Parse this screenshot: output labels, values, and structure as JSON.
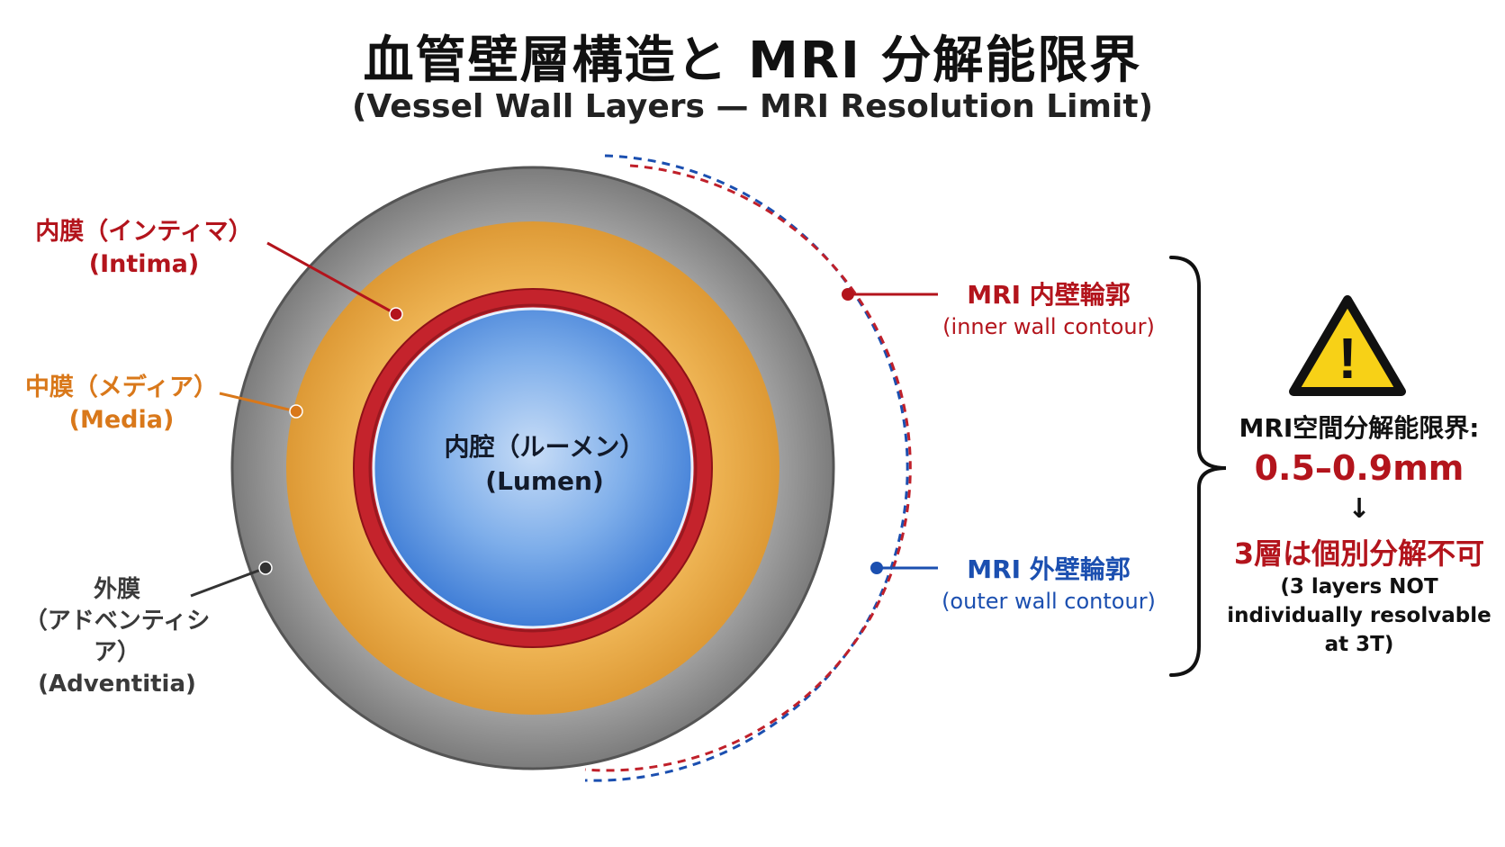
{
  "title": "血管壁層構造と MRI 分解能限界",
  "subtitle": "(Vessel Wall Layers — MRI Resolution Limit)",
  "layers": {
    "intima": {
      "jp": "内膜（インティマ）",
      "en": "(Intima)"
    },
    "media": {
      "jp": "中膜（メディア）",
      "en": "(Media)"
    },
    "adventitia": {
      "jp": "外膜",
      "jp2": "（アドベンティシア）",
      "en": "(Adventitia)"
    },
    "lumen": {
      "jp": "内腔（ルーメン）",
      "en": "(Lumen)"
    }
  },
  "contours": {
    "inner": {
      "jp": "MRI 内壁輪郭",
      "en": "(inner wall contour)"
    },
    "outer": {
      "jp": "MRI 外壁輪郭",
      "en": "(outer wall contour)"
    }
  },
  "resolution": {
    "label": "MRI空間分解能限界:",
    "value": "0.5–0.9mm",
    "arrow": "↓",
    "conclusion": "3層は個別分解不可",
    "note_line1": "(3 layers NOT",
    "note_line2": "individually resolvable",
    "note_line3": "at 3T)"
  },
  "warning_symbol": "!",
  "colors": {
    "intima": "#c0202a",
    "media": "#e8a43c",
    "adventitia": "#8e8e8e",
    "lumen": "#5b95e2",
    "inner_contour": "#c0202a",
    "outer_contour": "#1b4fb0",
    "warning": "#f7d117"
  },
  "icons": {
    "warning": "warning-triangle-icon",
    "bracket": "curly-brace-icon"
  }
}
